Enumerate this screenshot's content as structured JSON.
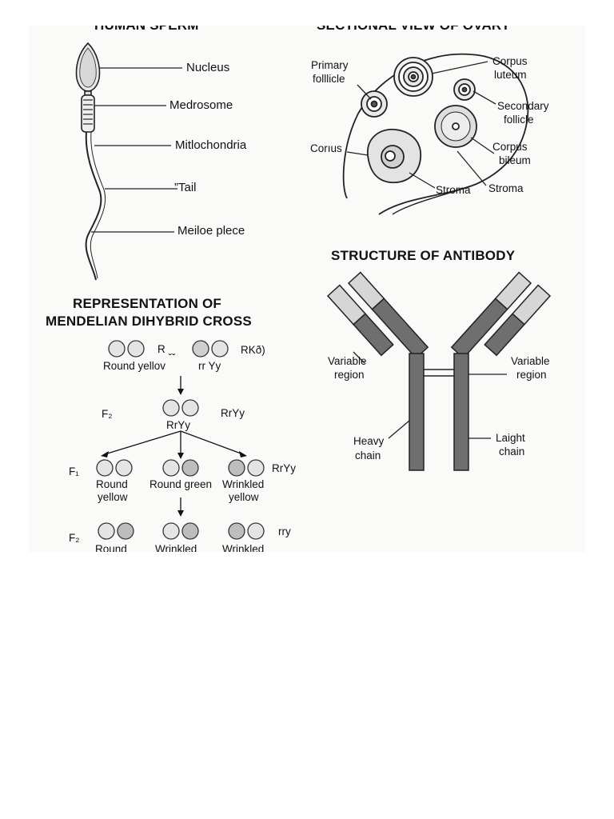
{
  "sperm": {
    "title": "HUMAN SPERM",
    "labels": {
      "nucleus": "Nucleus",
      "medrosome": "Medrosome",
      "mitochondria": "Mitlochondria",
      "tail": "”Tail",
      "middle_piece": "Meiloe plece"
    }
  },
  "ovary": {
    "title": "SECTIONAL VIEW OF OVARY",
    "labels": {
      "primary_follicle_1": "Primary",
      "primary_follicle_2": "folllicle",
      "corpus_luteum_1": "Corpus",
      "corpus_luteum_2": "luteum",
      "secondary_follicle_1": "Secondary",
      "secondary_follicle_2": "follicle",
      "cortex": "Corıus",
      "corpus_bileum_1": "Corpus",
      "corpus_bileum_2": "bileum",
      "stroma_1": "Stroma",
      "stroma_2": "Stroma"
    }
  },
  "antibody": {
    "title": "STRUCTURE OF ANTIBODY",
    "labels": {
      "variable_left_1": "Variable",
      "variable_left_2": "region",
      "variable_right_1": "Variable",
      "variable_right_2": "region",
      "heavy_1": "Heavy",
      "heavy_2": "chain",
      "light_1": "Laight",
      "light_2": "chain"
    }
  },
  "mendel": {
    "title_1": "REPRESENTATION OF",
    "title_2": "MENDELIAN DIHYBRID CROSS",
    "parents": {
      "cross_symbol": "R ˬˬ",
      "left_label": "Round yellov",
      "right_label": "rr Yy",
      "right_genotype": "RKð)"
    },
    "f2_top": {
      "gen": "F₂",
      "label": "RrYy",
      "side": "RrYy"
    },
    "f1": {
      "gen": "F₁",
      "side": "RrYy",
      "items": [
        {
          "line1": "Round",
          "line2": "yellow"
        },
        {
          "line1": "Round green",
          "line2": ""
        },
        {
          "line1": "Wrinkled",
          "line2": "yellow"
        }
      ]
    },
    "f2_bottom": {
      "gen": "F₂",
      "side": "rry",
      "items": [
        "Round",
        "Wrinkled",
        "Wrinkled"
      ]
    }
  }
}
